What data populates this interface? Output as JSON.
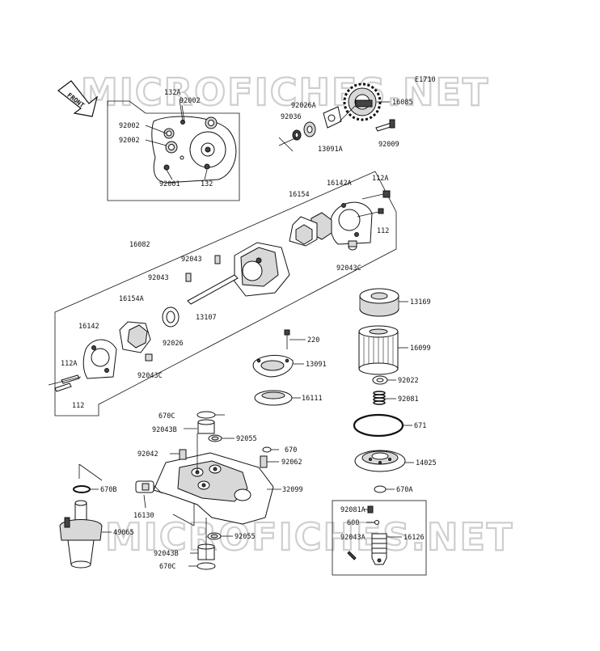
{
  "diagram": {
    "code": "E1710",
    "front_label": "FRONT",
    "watermark": "MICROFICHES.NET",
    "labels": {
      "132A": "132A",
      "92002_a": "92002",
      "92002_b": "92002",
      "92002_c": "92002",
      "92001": "92001",
      "132": "132",
      "92026A": "92026A",
      "92036": "92036",
      "16085": "16085",
      "13091A": "13091A",
      "92009": "92009",
      "16142A": "16142A",
      "112A_top": "112A",
      "16154": "16154",
      "112_top": "112",
      "92043C_top": "92043C",
      "16082": "16082",
      "92043_a": "92043",
      "92043_b": "92043",
      "13107": "13107",
      "16154A": "16154A",
      "92026": "92026",
      "16142": "16142",
      "112A_bot": "112A",
      "92043C_bot": "92043C",
      "112_bot": "112",
      "13169": "13169",
      "220": "220",
      "16099": "16099",
      "13091": "13091",
      "92022": "92022",
      "92081": "92081",
      "16111": "16111",
      "671": "671",
      "670C_top": "670C",
      "92043B_top": "92043B",
      "92055_top": "92055",
      "670": "670",
      "92042": "92042",
      "92062": "92062",
      "14025": "14025",
      "670A": "670A",
      "670B": "670B",
      "32099": "32099",
      "16130": "16130",
      "92081A": "92081A",
      "600": "600",
      "49065": "49065",
      "92055_bot": "92055",
      "92043A": "92043A",
      "16126": "16126",
      "92043B_bot": "92043B",
      "670C_bot": "670C"
    }
  }
}
